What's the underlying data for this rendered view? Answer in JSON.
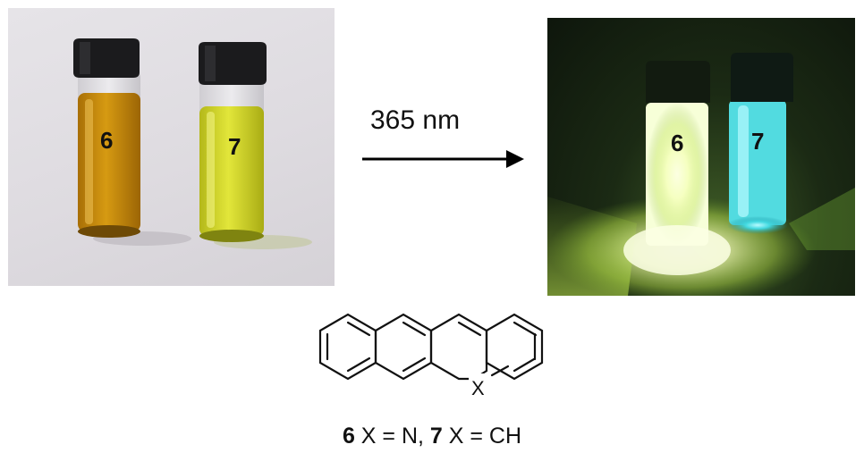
{
  "left_photo": {
    "vial_a_label": "6",
    "vial_b_label": "7"
  },
  "arrow": {
    "label": "365 nm"
  },
  "right_photo": {
    "vial_a_label": "6",
    "vial_b_label": "7"
  },
  "structure": {
    "heteroatom_label": "X"
  },
  "caption": {
    "c6": "6",
    "t6": " X = N, ",
    "c7": "7",
    "t7": " X = CH"
  },
  "colors": {
    "orange_solution": "#c48a0a",
    "yellow_solution": "#d2d627",
    "cap": "#1b1b1d",
    "yellow_glow": "#f4ffb0",
    "cyan_glow": "#42d9e0"
  }
}
